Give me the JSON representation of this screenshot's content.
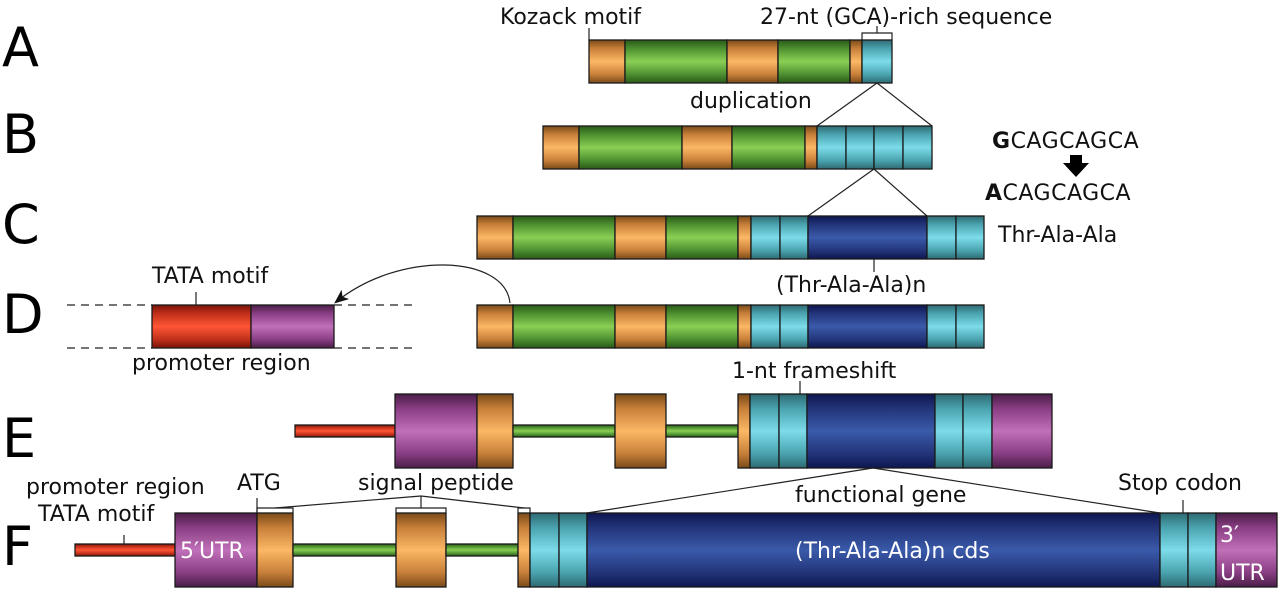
{
  "figure": {
    "row_letters": [
      "A",
      "B",
      "C",
      "D",
      "E",
      "F"
    ],
    "legend_colors": {
      "exon_orange": "#f6a85a",
      "intron_green": "#78c14a",
      "repeat_cyan": "#6fd3e0",
      "cds_navy": "#2f4fa0",
      "utr_magenta": "#b566ad",
      "promoter_red": "#f04a2c"
    },
    "labels": {
      "kozack_motif": "Kozack motif",
      "gca_rich": "27-nt (GCA)-rich sequence",
      "duplication": "duplication",
      "seq_original_bold": "G",
      "seq_original_rest": "CAGCAGCA",
      "seq_mutated_bold": "A",
      "seq_mutated_rest": "CAGCAGCA",
      "thr_ala_ala": "Thr-Ala-Ala",
      "thr_ala_ala_n": "(Thr-Ala-Ala)n",
      "tata_motif_d": "TATA motif",
      "promoter_region_d": "promoter region",
      "frameshift": "1-nt frameshift",
      "promoter_region_f": "promoter region",
      "atg": "ATG",
      "tata_motif_f": "TATA motif",
      "signal_peptide": "signal peptide",
      "functional_gene": "functional gene",
      "stop_codon": "Stop codon",
      "utr5": "5′UTR",
      "cds": "(Thr-Ala-Ala)n cds",
      "utr3_line1": "3′",
      "utr3_line2": "UTR"
    },
    "rows": {
      "A": [
        "exon",
        "intron",
        "exon",
        "intron",
        "exon",
        "repeat"
      ],
      "B": [
        "exon",
        "intron",
        "exon",
        "intron",
        "exon",
        "repeat",
        "repeat",
        "repeat",
        "repeat"
      ],
      "C": [
        "exon",
        "intron",
        "exon",
        "intron",
        "exon",
        "repeat",
        "repeat",
        "cds",
        "repeat",
        "repeat"
      ],
      "D_promoter": [
        "promoter",
        "utr"
      ],
      "D": [
        "exon",
        "intron",
        "exon",
        "intron",
        "exon",
        "repeat",
        "repeat",
        "cds",
        "repeat",
        "repeat"
      ],
      "E": [
        "promoter-line",
        "utr",
        "exon",
        "intron-line",
        "exon",
        "intron-line",
        "exon",
        "repeat",
        "repeat",
        "cds",
        "repeat",
        "repeat",
        "utr"
      ],
      "F": [
        "promoter-line",
        "utr",
        "exon",
        "intron-line",
        "exon",
        "intron-line",
        "exon",
        "repeat",
        "repeat",
        "cds",
        "repeat",
        "repeat",
        "utr"
      ]
    }
  }
}
